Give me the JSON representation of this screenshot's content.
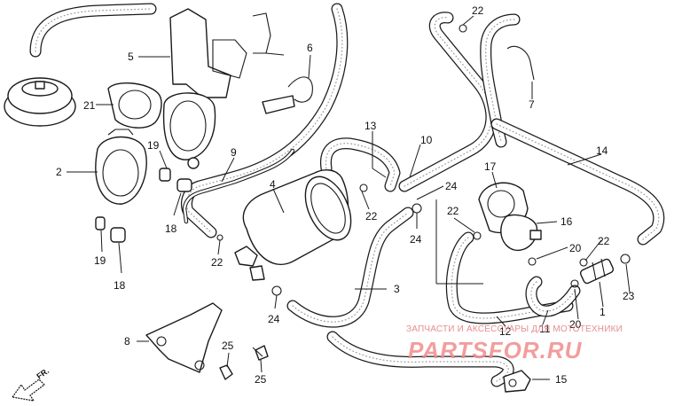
{
  "diagram": {
    "callouts": [
      {
        "id": "c1",
        "label": "1"
      },
      {
        "id": "c2",
        "label": "2"
      },
      {
        "id": "c3",
        "label": "3"
      },
      {
        "id": "c4",
        "label": "4"
      },
      {
        "id": "c5",
        "label": "5"
      },
      {
        "id": "c6",
        "label": "6"
      },
      {
        "id": "c7",
        "label": "7"
      },
      {
        "id": "c8",
        "label": "8"
      },
      {
        "id": "c9",
        "label": "9"
      },
      {
        "id": "c10",
        "label": "10"
      },
      {
        "id": "c11",
        "label": "11"
      },
      {
        "id": "c12",
        "label": "12"
      },
      {
        "id": "c13",
        "label": "13"
      },
      {
        "id": "c14",
        "label": "14"
      },
      {
        "id": "c15",
        "label": "15"
      },
      {
        "id": "c16",
        "label": "16"
      },
      {
        "id": "c17",
        "label": "17"
      },
      {
        "id": "c18a",
        "label": "18"
      },
      {
        "id": "c18b",
        "label": "18"
      },
      {
        "id": "c19a",
        "label": "19"
      },
      {
        "id": "c19b",
        "label": "19"
      },
      {
        "id": "c20a",
        "label": "20"
      },
      {
        "id": "c20b",
        "label": "20"
      },
      {
        "id": "c21",
        "label": "21"
      },
      {
        "id": "c22a",
        "label": "22"
      },
      {
        "id": "c22b",
        "label": "22"
      },
      {
        "id": "c22c",
        "label": "22"
      },
      {
        "id": "c22d",
        "label": "22"
      },
      {
        "id": "c22e",
        "label": "22"
      },
      {
        "id": "c23",
        "label": "23"
      },
      {
        "id": "c24a",
        "label": "24"
      },
      {
        "id": "c24b",
        "label": "24"
      },
      {
        "id": "c24c",
        "label": "24"
      },
      {
        "id": "c25a",
        "label": "25"
      },
      {
        "id": "c25b",
        "label": "25"
      }
    ],
    "direction_marker": "FR."
  },
  "watermark": {
    "tagline": "ЗАПЧАСТИ И АКСЕССУАРЫ ДЛЯ МОТОТЕХНИКИ",
    "logo": "PARTSFOR.RU",
    "color": "#f08c8c"
  }
}
